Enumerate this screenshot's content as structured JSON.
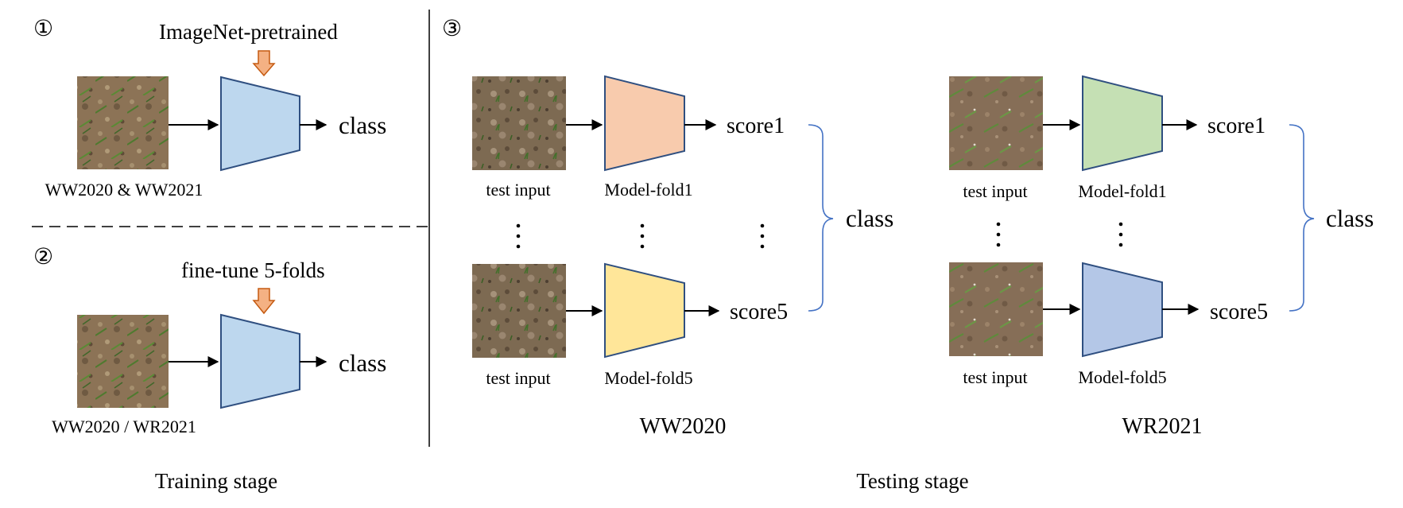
{
  "colors": {
    "blue_model": "#bdd7ee",
    "orange_model": "#f8cbad",
    "yellow_model": "#ffe699",
    "green_model": "#c5e0b4",
    "periwinkle_model": "#b4c7e7",
    "model_stroke": "#2f4f80",
    "brace": "#4472c4",
    "arrow_fill": "#f4b183",
    "arrow_stroke": "#c55a11"
  },
  "training": {
    "step1": {
      "marker": "①",
      "note": "ImageNet-pretrained",
      "image_caption": "WW2020 & WW2021",
      "output": "class"
    },
    "step2": {
      "marker": "②",
      "note": "fine-tune 5-folds",
      "image_caption": "WW2020 / WR2021",
      "output": "class"
    },
    "stage_label": "Training stage"
  },
  "testing": {
    "marker": "③",
    "stage_label": "Testing stage",
    "left": {
      "title": "WW2020",
      "input_label_top": "test input",
      "input_label_bottom": "test input",
      "model_top": "Model-fold1",
      "model_bottom": "Model-fold5",
      "score_top": "score1",
      "score_bottom": "score5",
      "output": "class"
    },
    "right": {
      "title": "WR2021",
      "input_label_top": "test input",
      "input_label_bottom": "test input",
      "model_top": "Model-fold1",
      "model_bottom": "Model-fold5",
      "score_top": "score1",
      "score_bottom": "score5",
      "output": "class"
    }
  }
}
